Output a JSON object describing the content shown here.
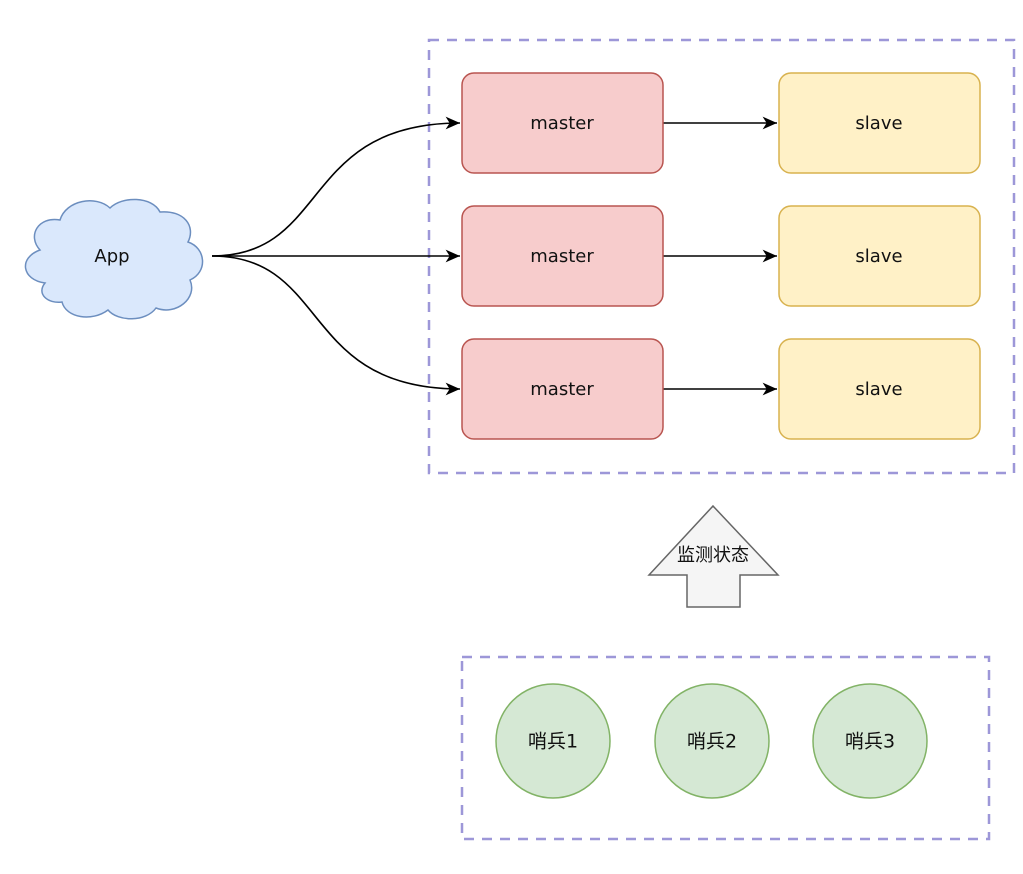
{
  "colors": {
    "cluster_border": "#9d97d8",
    "master_fill": "#f7cccc",
    "master_stroke": "#b95550",
    "slave_fill": "#fff1c7",
    "slave_stroke": "#d8b24f",
    "app_fill": "#dae8fc",
    "app_stroke": "#6c8ebf",
    "sentinel_fill": "#d5e8d4",
    "sentinel_stroke": "#82b366",
    "monitor_fill": "#f5f5f5",
    "monitor_stroke": "#666666",
    "edge": "#000000"
  },
  "app": {
    "label": "App",
    "icon": "cloud-icon"
  },
  "cluster": {
    "masters": [
      {
        "label": "master"
      },
      {
        "label": "master"
      },
      {
        "label": "master"
      }
    ],
    "slaves": [
      {
        "label": "slave"
      },
      {
        "label": "slave"
      },
      {
        "label": "slave"
      }
    ]
  },
  "monitor": {
    "label": "监测状态",
    "icon": "up-arrow-icon"
  },
  "sentinels": [
    {
      "label": "哨兵1"
    },
    {
      "label": "哨兵2"
    },
    {
      "label": "哨兵3"
    }
  ]
}
